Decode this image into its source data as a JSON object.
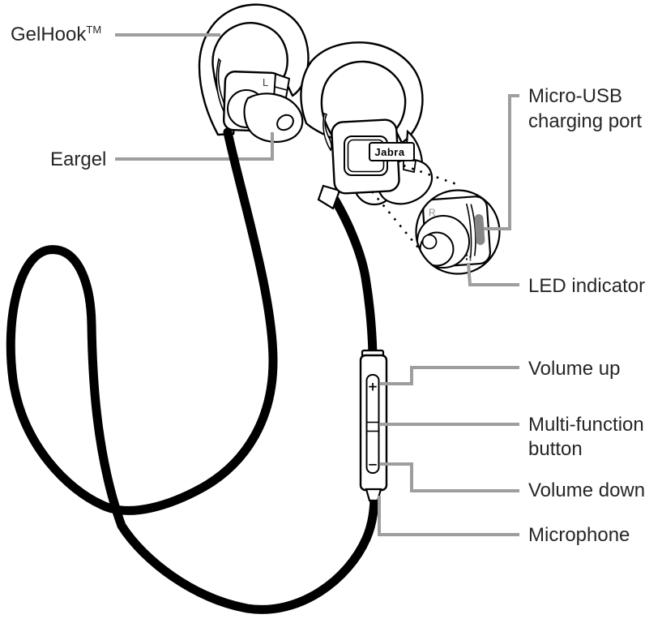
{
  "labels": {
    "gelhook": {
      "text": "GelHook",
      "sup": "TM"
    },
    "eargel": "Eargel",
    "micro_usb": {
      "line1": "Micro-USB",
      "line2": "charging port"
    },
    "led": "LED indicator",
    "volume_up": "Volume up",
    "multi_function": {
      "line1": "Multi-function",
      "line2": "button"
    },
    "volume_down": "Volume down",
    "microphone": "Microphone"
  },
  "markings": {
    "left_earbud": "L",
    "right_earbud": "R",
    "brand": "Jabra",
    "volume_up_symbol": "+",
    "volume_down_symbol": "−"
  },
  "colors": {
    "line": "#000000",
    "leader": "#9e9e9e",
    "text": "#262626",
    "usb_port": "#868686",
    "background": "#ffffff"
  }
}
